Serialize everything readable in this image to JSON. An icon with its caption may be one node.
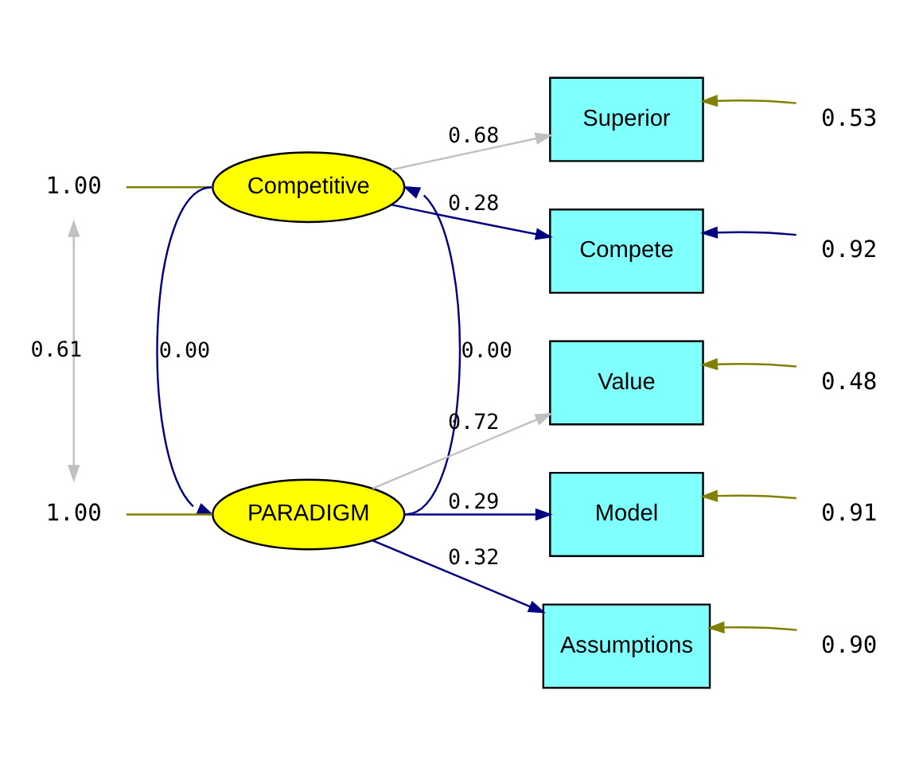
{
  "diagram": {
    "nodes": [
      {
        "text": [
          "1.00"
        ]
      },
      {
        "text": [
          "Competitive"
        ]
      },
      {
        "text": [
          "1.00"
        ]
      },
      {
        "text": [
          "PARADIGM"
        ]
      },
      {
        "text": [
          "Superior"
        ]
      },
      {
        "text": [
          "Compete"
        ]
      },
      {
        "text": [
          "Value"
        ]
      },
      {
        "text": [
          "Model"
        ]
      },
      {
        "text": [
          "Assumptions"
        ]
      },
      {
        "text": [
          "0.53"
        ]
      },
      {
        "text": [
          "0.92"
        ]
      },
      {
        "text": [
          "0.48"
        ]
      },
      {
        "text": [
          "0.91"
        ]
      },
      {
        "text": [
          "0.90"
        ]
      }
    ],
    "edges": [
      {
        "from": 0,
        "to": 2,
        "arrow": "both",
        "label": "0.61",
        "color": "#c0c0c0"
      },
      {
        "from": 0,
        "to": 1,
        "arrow": "none",
        "color": "#808000"
      },
      {
        "from": 2,
        "to": 3,
        "arrow": "none",
        "color": "#808000"
      },
      {
        "from": 1,
        "to": 3,
        "arrow": "to",
        "label": "0.00",
        "color": "#000080"
      },
      {
        "from": 3,
        "to": 1,
        "arrow": "to",
        "label": "0.00",
        "color": "#000080"
      },
      {
        "from": 1,
        "to": 4,
        "arrow": "to",
        "label": "0.68",
        "color": "#c0c0c0"
      },
      {
        "from": 1,
        "to": 5,
        "arrow": "to",
        "label": "0.28",
        "color": "#000080"
      },
      {
        "from": 3,
        "to": 6,
        "arrow": "to",
        "label": "0.72",
        "color": "#c0c0c0"
      },
      {
        "from": 3,
        "to": 7,
        "arrow": "to",
        "label": "0.29",
        "color": "#000080"
      },
      {
        "from": 3,
        "to": 8,
        "arrow": "to",
        "label": "0.32",
        "color": "#000080"
      },
      {
        "from": 9,
        "to": 4,
        "arrow": "to",
        "color": "#808000"
      },
      {
        "from": 10,
        "to": 5,
        "arrow": "to",
        "color": "#000080"
      },
      {
        "from": 11,
        "to": 6,
        "arrow": "to",
        "color": "#808000"
      },
      {
        "from": 12,
        "to": 7,
        "arrow": "to",
        "color": "#808000"
      },
      {
        "from": 13,
        "to": 8,
        "arrow": "to",
        "color": "#808000"
      }
    ]
  }
}
